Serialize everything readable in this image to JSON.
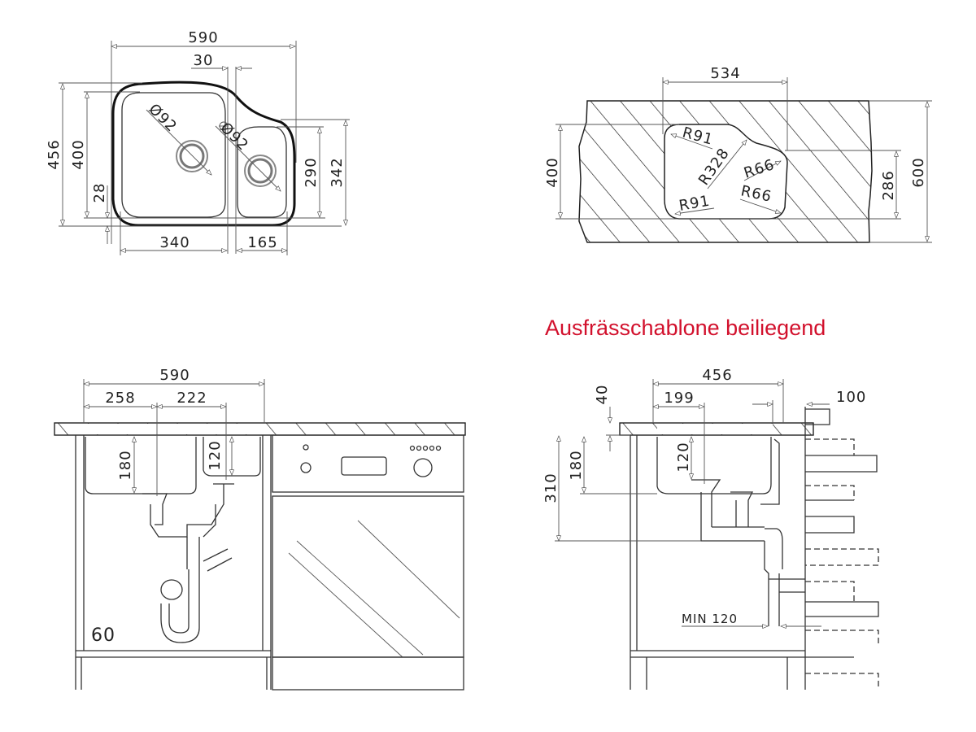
{
  "note": {
    "text": "Ausfrässchablone beiliegend",
    "color": "#d2102c"
  },
  "top_view": {
    "width_total": "590",
    "gap": "30",
    "height_total": "456",
    "height_main_bowl": "400",
    "offset_bottom": "28",
    "main_bowl_width": "340",
    "small_bowl_width": "165",
    "small_bowl_height": "290",
    "small_section_height": "342",
    "drain_main": "Ø92",
    "drain_small": "Ø92"
  },
  "cutout_view": {
    "width": "534",
    "height_left": "400",
    "height_right": "286",
    "worktop_depth": "600",
    "radii": [
      "R91",
      "R328",
      "R66",
      "R91",
      "R66"
    ]
  },
  "front_view": {
    "width_total": "590",
    "main_bowl_width": "258",
    "small_bowl_width": "222",
    "main_bowl_depth": "180",
    "small_bowl_depth": "120",
    "cabinet_width": "60"
  },
  "side_view": {
    "width_total": "456",
    "offset_top": "40",
    "bowl_offset": "199",
    "wall_gap": "100",
    "total_depth": "310",
    "main_bowl_depth": "180",
    "small_bowl_depth": "120",
    "min_clearance": "MIN 120"
  }
}
